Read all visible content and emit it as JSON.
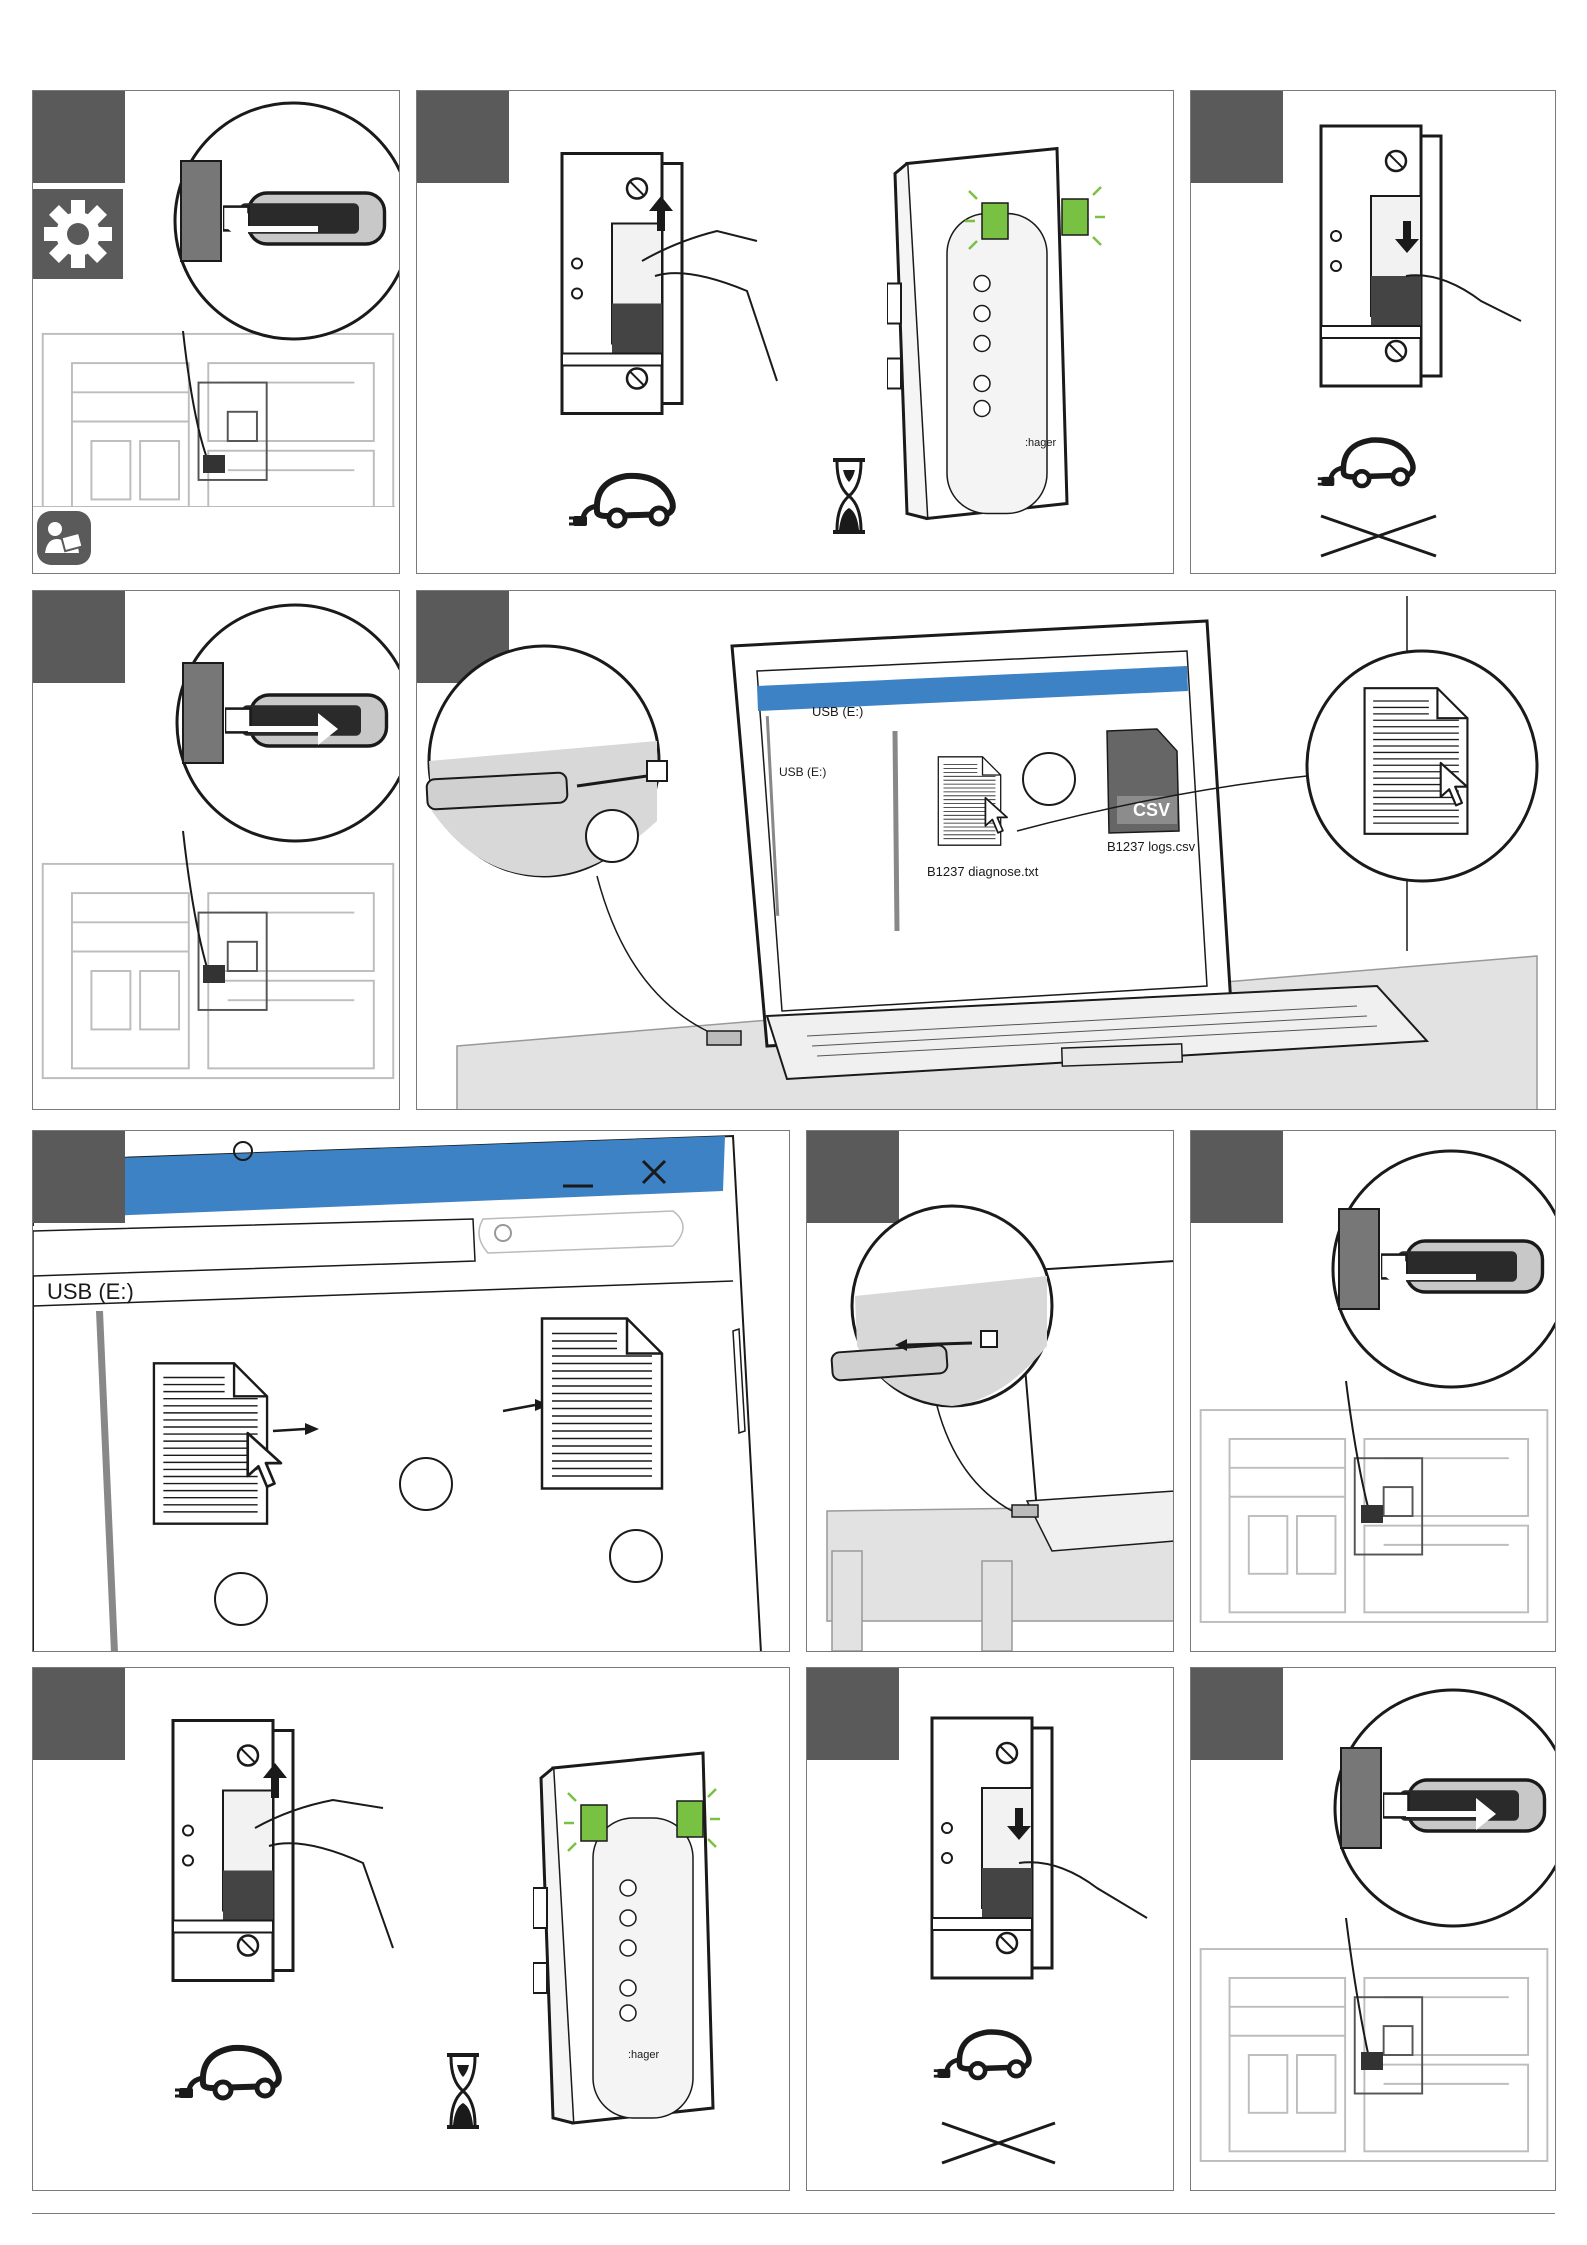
{
  "labels": {
    "usb_drive": "USB (E:)",
    "file_txt": "B1237 diagnose.txt",
    "file_csv": "B1237 logs.csv",
    "csv_badge": "CSV",
    "window_path": "USB (E:)",
    "brand": ":hager"
  },
  "colors": {
    "tab": "#5a5a5a",
    "window_title": "#3d82c4",
    "led_green": "#79c142",
    "line": "#1a1a1a"
  },
  "icons": {
    "settings": "gear-icon",
    "manual": "read-manual-icon",
    "ev_plug": "ev-car-plug-icon",
    "wait": "hourglass-icon",
    "cross": "cross-icon"
  }
}
